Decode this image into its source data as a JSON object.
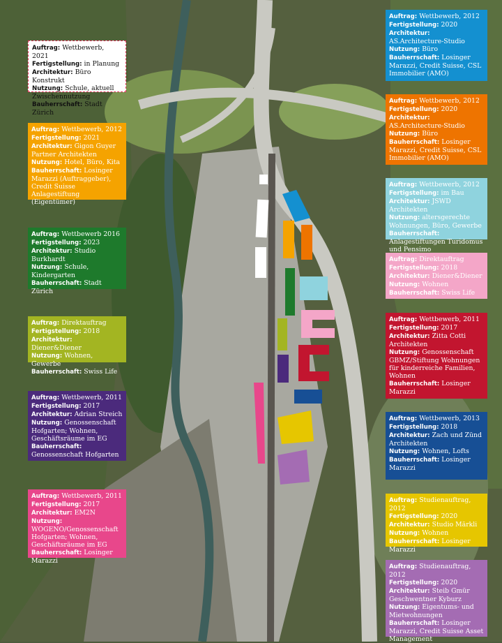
{
  "labels": {
    "auftrag": "Auftrag:",
    "fertig": "Fertigstellung:",
    "arch": "Architektur:",
    "nutzung": "Nutzung:",
    "bauherr": "Bauherrschaft:"
  },
  "colors": {
    "white": "#ffffff",
    "orange_yellow": "#f5a300",
    "dark_green": "#1e7a2c",
    "olive": "#a3b522",
    "purple_dark": "#4b2a7c",
    "pink_magenta": "#e8478b",
    "blue_light": "#1490d0",
    "orange": "#ee7400",
    "teal": "#8fd3de",
    "pink_light": "#f4a6c8",
    "red": "#c2152f",
    "blue_dark": "#174f95",
    "yellow": "#e6c600",
    "violet": "#a46cb3"
  },
  "cards": [
    {
      "id": "hofgarten-school",
      "bg": "#ffffff",
      "light": true,
      "auftrag": "Wettbewerb, 2021",
      "fertig": "in Planung",
      "arch": "Büro Konstrukt",
      "nutzung": "Schule, aktuell Zwischennutzung",
      "bauherr": "Stadt Zürich"
    },
    {
      "id": "hotel-buero",
      "bg": "#f5a300",
      "auftrag": "Wettbewerb, 2012",
      "fertig": "2021",
      "arch": "Gigon Guyer Partner Architekten",
      "nutzung": "Hotel, Büro, Kita",
      "bauherr": "Losinger Marazzi (Auftraggeber), Credit Suisse Anlagestiftung (Eigentümer)"
    },
    {
      "id": "schule-kindergarten",
      "bg": "#1e7a2c",
      "auftrag": "Wettbewerb 2016",
      "fertig": "2023",
      "arch": "Studio Burkhardt",
      "nutzung": "Schule, Kindergarten",
      "bauherr": "Stadt Zürich"
    },
    {
      "id": "wohnen-gewerbe",
      "bg": "#a3b522",
      "auftrag": "Direktauftrag",
      "fertig": "2018",
      "arch": "Diener&Diener",
      "nutzung": "Wohnen, Gewerbe",
      "bauherr": "Swiss Life"
    },
    {
      "id": "hofgarten-genossenschaft",
      "bg": "#4b2a7c",
      "auftrag": "Wettbewerb, 2011",
      "fertig": "2017",
      "arch": "Adrian Streich",
      "nutzung": "Genossenschaft Hofgarten; Wohnen, Geschäftsräume im EG",
      "bauherr": "Genossenschaft Hofgarten"
    },
    {
      "id": "wogeno",
      "bg": "#e8478b",
      "auftrag": "Wettbewerb, 2011",
      "fertig": "2017",
      "arch": "EM2N",
      "nutzung": "WOGENO/Genossenschaft Hofgarten; Wohnen, Geschäftsräume im EG",
      "bauherr": "Losinger Marazzi"
    },
    {
      "id": "buero-blue",
      "bg": "#1490d0",
      "auftrag": "Wettbewerb, 2012",
      "fertig": "2020",
      "arch": "AS.Architecture-Studio",
      "nutzung": "Büro",
      "bauherr": "Losinger Marazzi, Credit Suisse, CSL Immobilier (AMO)"
    },
    {
      "id": "buero-orange",
      "bg": "#ee7400",
      "auftrag": "Wettbewerb, 2012",
      "fertig": "2020",
      "arch": "AS.Architecture-Studio",
      "nutzung": "Büro",
      "bauherr": "Losinger Marazzi, Credit Suisse, CSL Immobilier (AMO)"
    },
    {
      "id": "altersgerecht",
      "bg": "#8fd3de",
      "auftrag": "Wettbewerb, 2012",
      "fertig": "im Bau",
      "arch": "JSWD Architekten",
      "nutzung": "altersgerechte Wohnungen, Büro, Gewerbe",
      "bauherr": "Anlagestiftungen Turidomus und Pensimo"
    },
    {
      "id": "wohnen-swisslife",
      "bg": "#f4a6c8",
      "auftrag": "Direktauftrag",
      "fertig": "2018",
      "arch": "Diener&Diener",
      "nutzung": "Wohnen",
      "bauherr": "Swiss Life"
    },
    {
      "id": "gbmz",
      "bg": "#c2152f",
      "auftrag": "Wettbewerb, 2011",
      "fertig": "2017",
      "arch": "Zitta Cotti Architekten",
      "nutzung": "Genossenschaft GBMZ/Stiftung Wohnungen für kinderreiche Familien, Wohnen",
      "bauherr": "Losinger Marazzi"
    },
    {
      "id": "lofts",
      "bg": "#174f95",
      "auftrag": "Wettbewerb, 2013",
      "fertig": "2018",
      "arch": "Zach und Zünd Architekten",
      "nutzung": "Wohnen, Lofts",
      "bauherr": "Losinger Marazzi"
    },
    {
      "id": "maerkli",
      "bg": "#e6c600",
      "auftrag": "Studienauftrag, 2012",
      "fertig": "2020",
      "arch": "Studio Märkli",
      "nutzung": "Wohnen",
      "bauherr": "Losinger Marazzi"
    },
    {
      "id": "eigentum",
      "bg": "#a46cb3",
      "auftrag": "Studienauftrag, 2012",
      "fertig": "2020",
      "arch": "Steib Gmür Geschwentner Kyburz",
      "nutzung": "Eigentums- und Mietwohnungen",
      "bauherr": "Losinger Marazzi, Credit Suisse Asset Management"
    }
  ]
}
